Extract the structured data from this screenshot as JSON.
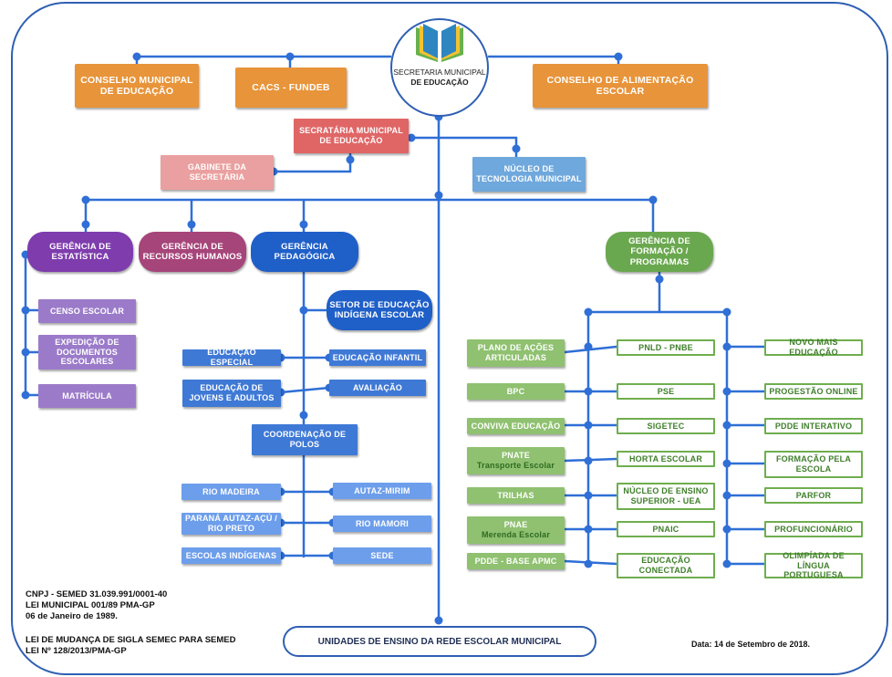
{
  "logo": {
    "line1": "SECRETARIA MUNICIPAL",
    "line2": "DE EDUCAÇÃO"
  },
  "top": {
    "conselho_educacao": "CONSELHO MUNICIPAL DE EDUCAÇÃO",
    "cacs": "CACS - FUNDEB",
    "conselho_alimentacao": "CONSELHO DE ALIMENTAÇÃO ESCOLAR"
  },
  "secretaria": {
    "title": "SECRATÁRIA MUNICIPAL DE EDUCAÇÃO",
    "gabinete": "GABINETE DA SECRETÁRIA",
    "nucleo_tec": "NÚCLEO DE TECNOLOGIA MUNICIPAL"
  },
  "gerencias": {
    "estatistica": "GERÊNCIA DE ESTATÍSTICA",
    "rh": "GERÊNCIA DE RECURSOS HUMANOS",
    "pedagogica": "GERÊNCIA PEDAGÓGICA",
    "formacao": "GERÊNCIA DE FORMAÇÃO / PROGRAMAS"
  },
  "estatistica_items": [
    "CENSO ESCOLAR",
    "EXPEDIÇÃO DE DOCUMENTOS ESCOLARES",
    "MATRÍCULA"
  ],
  "pedagogica": {
    "indigena": "SETOR DE EDUCAÇÃO INDÍGENA ESCOLAR",
    "especial": "EDUCAÇÃO ESPECIAL",
    "infantil": "EDUCAÇÃO INFANTIL",
    "eja": "EDUCAÇÃO DE JOVENS E ADULTOS",
    "avaliacao": "AVALIAÇÃO",
    "polos": "COORDENAÇÃO DE POLOS",
    "polos_left": [
      "RIO MADEIRA",
      "PARANÁ AUTAZ-AÇÚ / RIO PRETO",
      "ESCOLAS INDÍGENAS"
    ],
    "polos_right": [
      "AUTAZ-MIRIM",
      "RIO MAMORI",
      "SEDE"
    ]
  },
  "programas": {
    "col1": [
      {
        "text": "PLANO DE AÇÕES ARTICULADAS",
        "sub": ""
      },
      {
        "text": "BPC",
        "sub": ""
      },
      {
        "text": "CONVIVA EDUCAÇÃO",
        "sub": ""
      },
      {
        "text": "PNATE",
        "sub": "Transporte Escolar"
      },
      {
        "text": "TRILHAS",
        "sub": ""
      },
      {
        "text": "PNAE",
        "sub": "Merenda Escolar"
      },
      {
        "text": "PDDE - BASE APMC",
        "sub": ""
      }
    ],
    "col2": [
      "PNLD - PNBE",
      "PSE",
      "SIGETEC",
      "HORTA ESCOLAR",
      "NÚCLEO DE ENSINO SUPERIOR - UEA",
      "PNAIC",
      "EDUCAÇÃO CONECTADA"
    ],
    "col3": [
      "NOVO MAIS EDUCAÇÃO",
      "PROGESTÃO ONLINE",
      "PDDE INTERATIVO",
      "FORMAÇÃO PELA ESCOLA",
      "PARFOR",
      "PROFUNCIONÁRIO",
      "OLIMPÍADA DE LÍNGUA PORTUGUESA"
    ]
  },
  "unidades": "UNIDADES DE ENSINO DA REDE ESCOLAR MUNICIPAL",
  "footer": {
    "cnpj": "CNPJ - SEMED 31.039.991/0001-40",
    "lei": "LEI MUNICIPAL 001/89 PMA-GP",
    "data_lei": "06 de Janeiro de 1989.",
    "lei_mudanca": "LEI DE MUDANÇA DE SIGLA SEMEC PARA SEMED",
    "lei_num": "LEI Nº 128/2013/PMA-GP",
    "data": "Data: 14 de Setembro de 2018."
  },
  "colors": {
    "line": "#2f6fd6",
    "dot": "#2f6fd6",
    "orange": "#e8943a",
    "red": "#e06666",
    "pink": "#eaa0a0",
    "light_blue": "#6fa8dc",
    "purple_dark": "#7e3cad",
    "purple_light": "#9b7bc9",
    "magenta": "#a6457a",
    "blue_dark": "#1f5fc8",
    "blue_mid": "#3f79d6",
    "blue_light": "#6d9eeb",
    "green_dark": "#6aa84f",
    "green_light": "#93c47d"
  }
}
